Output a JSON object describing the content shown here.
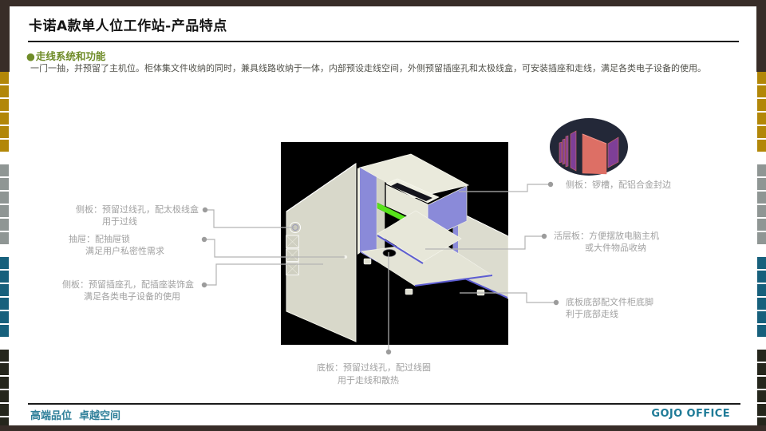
{
  "slide": {
    "title": "卡诺A款单人位工作站-产品特点",
    "section_bullet": "●",
    "section_heading": "走线系统和功能",
    "description": "一门一抽，并预留了主机位。柜体集文件收纳的同时，兼具线路收纳于一体，内部预设走线空间，外侧预留插座孔和太极线盒，可安装插座和走线，满足各类电子设备的使用。"
  },
  "callouts": {
    "left": [
      {
        "line1": "侧板：预留过线孔，配太极线盒",
        "line2": "用于过线"
      },
      {
        "line1": "抽屉：配抽屉锁",
        "line2": "满足用户私密性需求"
      },
      {
        "line1": "侧板：预留插座孔，配插座装饰盒",
        "line2": "满足各类电子设备的使用"
      }
    ],
    "right": [
      {
        "line1": "侧板：锣槽，配铝合金封边",
        "line2": ""
      },
      {
        "line1": "活层板：方便摆放电脑主机",
        "line2": "或大件物品收纳"
      },
      {
        "line1": "底板底部配文件柜底脚",
        "line2": "利于底部走线"
      }
    ],
    "bottom": {
      "line1": "底板：预留过线孔，配过线圈",
      "line2": "用于走线和散热"
    }
  },
  "footer": {
    "slogan": "高端品位  卓越空间",
    "brand": "GOJO OFFICE"
  },
  "colors": {
    "frame_brown": "#382d28",
    "heading_olive": "#6f8c28",
    "label_gray": "#a1a1a1",
    "footer_teal": "#2e7f99",
    "brand_teal": "#1f7b97",
    "cabinet_cream": "#e8e8da",
    "cabinet_purple": "#8a8ad9",
    "cabinet_green": "#58e31b",
    "edge_blue": "#5d5dd2",
    "detail_purple": "#7e3f97",
    "detail_salmon": "#dd6f65",
    "detail_bg": "#232838"
  },
  "side_strips": [
    {
      "name": "gold",
      "color": "#b28708",
      "count": 6
    },
    {
      "name": "gray",
      "color": "#8f9694",
      "count": 6
    },
    {
      "name": "teal",
      "color": "#17607c",
      "count": 6
    },
    {
      "name": "dark",
      "color": "#25261c",
      "count": 6
    }
  ]
}
